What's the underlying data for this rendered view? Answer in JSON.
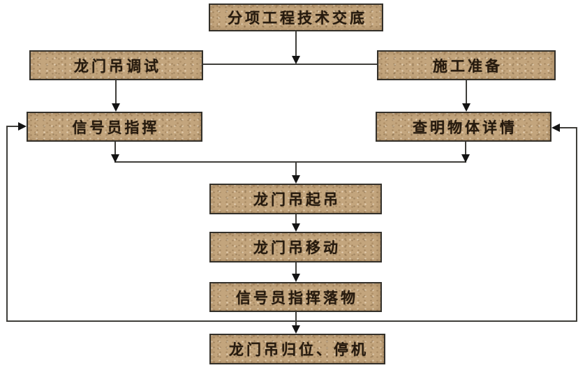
{
  "nodes": [
    {
      "id": "technical-disclosure",
      "label": "分项工程技术交底"
    },
    {
      "id": "gantry-crane-debug",
      "label": "龙门吊调试"
    },
    {
      "id": "construction-prep",
      "label": "施工准备"
    },
    {
      "id": "signalman-command",
      "label": "信号员指挥"
    },
    {
      "id": "identify-object-details",
      "label": "查明物体详情"
    },
    {
      "id": "gantry-crane-lift",
      "label": "龙门吊起吊"
    },
    {
      "id": "gantry-crane-move",
      "label": "龙门吊移动"
    },
    {
      "id": "signalman-command-lowering",
      "label": "信号员指挥落物"
    },
    {
      "id": "gantry-crane-return-shutdown",
      "label": "龙门吊归位、停机"
    }
  ],
  "edges": [
    {
      "from": "technical-disclosure",
      "to": "gantry-crane-debug"
    },
    {
      "from": "technical-disclosure",
      "to": "construction-prep"
    },
    {
      "from": "gantry-crane-debug",
      "to": "signalman-command"
    },
    {
      "from": "construction-prep",
      "to": "identify-object-details"
    },
    {
      "from": "signalman-command",
      "to": "gantry-crane-lift"
    },
    {
      "from": "identify-object-details",
      "to": "gantry-crane-lift"
    },
    {
      "from": "gantry-crane-lift",
      "to": "gantry-crane-move"
    },
    {
      "from": "gantry-crane-move",
      "to": "signalman-command-lowering"
    },
    {
      "from": "signalman-command-lowering",
      "to": "gantry-crane-return-shutdown"
    },
    {
      "from": "signalman-command-lowering",
      "to": "signalman-command",
      "type": "feedback-loop-left"
    },
    {
      "from": "signalman-command-lowering",
      "to": "identify-object-details",
      "type": "feedback-loop-right"
    }
  ],
  "colors": {
    "node_fill": "#c3a57d",
    "node_border": "#33302a",
    "line": "#3f3e3a",
    "arrow": "#141414",
    "text": "#261a0e",
    "background": "#ffffff"
  }
}
